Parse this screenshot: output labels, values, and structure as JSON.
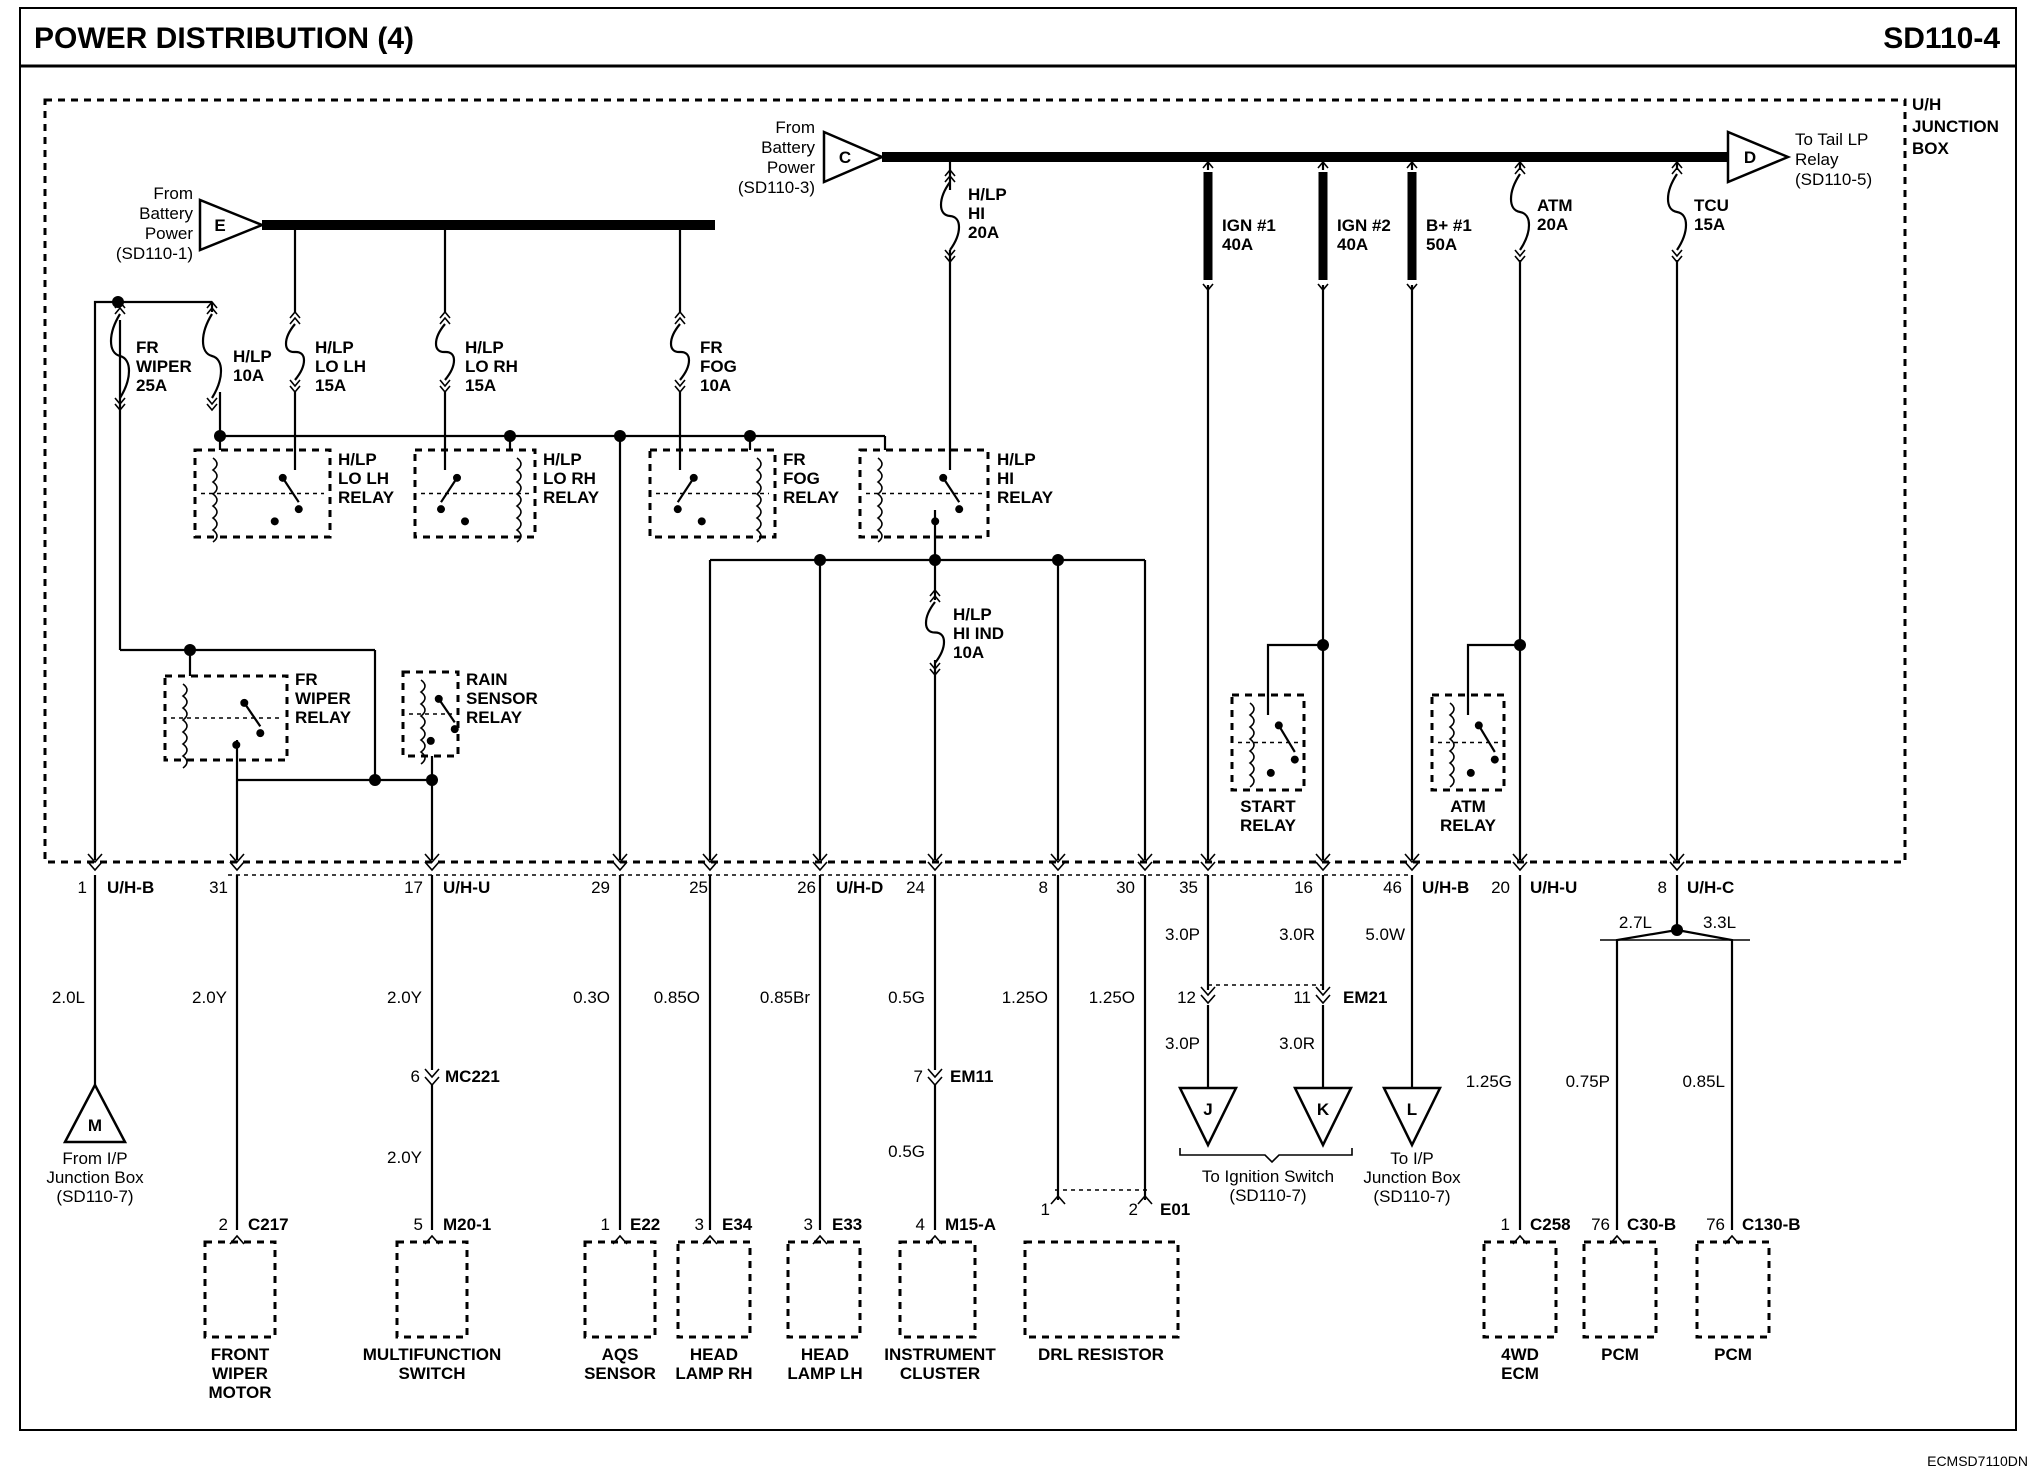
{
  "header": {
    "title": "POWER DISTRIBUTION (4)",
    "page_id": "SD110-4",
    "footer_code": "ECMSD7110DN"
  },
  "box_label": [
    "U/H",
    "JUNCTION",
    "BOX"
  ],
  "sources": {
    "E": {
      "letter": "E",
      "lines": [
        "From",
        "Battery",
        "Power",
        "(SD110-1)"
      ]
    },
    "C": {
      "letter": "C",
      "lines": [
        "From",
        "Battery",
        "Power",
        "(SD110-3)"
      ]
    },
    "D": {
      "letter": "D",
      "lines": [
        "To Tail LP",
        "Relay",
        "(SD110-5)"
      ]
    }
  },
  "fuses": [
    {
      "id": "fr_wiper",
      "lines": [
        "FR",
        "WIPER",
        "25A"
      ]
    },
    {
      "id": "hlp_10a",
      "lines": [
        "H/LP",
        "10A"
      ]
    },
    {
      "id": "hlp_lo_lh",
      "lines": [
        "H/LP",
        "LO LH",
        "15A"
      ]
    },
    {
      "id": "hlp_lo_rh",
      "lines": [
        "H/LP",
        "LO RH",
        "15A"
      ]
    },
    {
      "id": "fr_fog",
      "lines": [
        "FR",
        "FOG",
        "10A"
      ]
    },
    {
      "id": "hlp_hi",
      "lines": [
        "H/LP",
        "HI",
        "20A"
      ]
    },
    {
      "id": "ign1",
      "lines": [
        "IGN #1",
        "40A"
      ]
    },
    {
      "id": "ign2",
      "lines": [
        "IGN #2",
        "40A"
      ]
    },
    {
      "id": "bplus1",
      "lines": [
        "B+ #1",
        "50A"
      ]
    },
    {
      "id": "atm",
      "lines": [
        "ATM",
        "20A"
      ]
    },
    {
      "id": "tcu",
      "lines": [
        "TCU",
        "15A"
      ]
    },
    {
      "id": "hlp_hi_ind",
      "lines": [
        "H/LP",
        "HI IND",
        "10A"
      ]
    }
  ],
  "relays": [
    {
      "id": "lo_lh",
      "lines": [
        "H/LP",
        "LO LH",
        "RELAY"
      ]
    },
    {
      "id": "lo_rh",
      "lines": [
        "H/LP",
        "LO RH",
        "RELAY"
      ]
    },
    {
      "id": "fog",
      "lines": [
        "FR",
        "FOG",
        "RELAY"
      ]
    },
    {
      "id": "hi",
      "lines": [
        "H/LP",
        "HI",
        "RELAY"
      ]
    },
    {
      "id": "wiper",
      "lines": [
        "FR",
        "WIPER",
        "RELAY"
      ]
    },
    {
      "id": "rain",
      "lines": [
        "RAIN",
        "SENSOR",
        "RELAY"
      ]
    },
    {
      "id": "start",
      "lines": [
        "START",
        "RELAY"
      ]
    },
    {
      "id": "atm",
      "lines": [
        "ATM",
        "RELAY"
      ]
    }
  ],
  "connectors": [
    "U/H-B",
    "U/H-U",
    "U/H-D",
    "U/H-B",
    "U/H-U",
    "U/H-C",
    "EM21",
    "MC221",
    "EM11",
    "E01"
  ],
  "pins": [
    "1",
    "31",
    "17",
    "29",
    "25",
    "26",
    "24",
    "8",
    "30",
    "35",
    "16",
    "46",
    "20",
    "8"
  ],
  "wires": [
    "2.0L",
    "2.0Y",
    "2.0Y",
    "0.3O",
    "0.85O",
    "0.85Br",
    "0.5G",
    "1.25O",
    "1.25O",
    "3.0P",
    "3.0R",
    "5.0W",
    "2.7L",
    "3.3L",
    "3.0P",
    "3.0R",
    "2.0Y",
    "0.5G",
    "1.25G",
    "0.75P",
    "0.85L"
  ],
  "inline_pins": {
    "em21_a": "12",
    "em21_b": "11",
    "mc221": "6",
    "em11": "7",
    "e01_a": "1",
    "e01_b": "2"
  },
  "offpage": {
    "M": {
      "letter": "M",
      "lines": [
        "From I/P",
        "Junction Box",
        "(SD110-7)"
      ]
    },
    "J": {
      "letter": "J"
    },
    "K": {
      "letter": "K"
    },
    "JK_label": [
      "To Ignition Switch",
      "(SD110-7)"
    ],
    "L": {
      "letter": "L",
      "lines": [
        "To I/P",
        "Junction Box",
        "(SD110-7)"
      ]
    }
  },
  "components": [
    {
      "pin": "2",
      "conn": "C217",
      "lines": [
        "FRONT",
        "WIPER",
        "MOTOR"
      ]
    },
    {
      "pin": "5",
      "conn": "M20-1",
      "lines": [
        "MULTIFUNCTION",
        "SWITCH"
      ]
    },
    {
      "pin": "1",
      "conn": "E22",
      "lines": [
        "AQS",
        "SENSOR"
      ]
    },
    {
      "pin": "3",
      "conn": "E34",
      "lines": [
        "HEAD",
        "LAMP RH"
      ]
    },
    {
      "pin": "3",
      "conn": "E33",
      "lines": [
        "HEAD",
        "LAMP LH"
      ]
    },
    {
      "pin": "4",
      "conn": "M15-A",
      "lines": [
        "INSTRUMENT",
        "CLUSTER"
      ]
    },
    {
      "pin": "",
      "conn": "",
      "lines": [
        "DRL RESISTOR"
      ]
    },
    {
      "pin": "1",
      "conn": "C258",
      "lines": [
        "4WD",
        "ECM"
      ]
    },
    {
      "pin": "76",
      "conn": "C30-B",
      "lines": [
        "PCM"
      ]
    },
    {
      "pin": "76",
      "conn": "C130-B",
      "lines": [
        "PCM"
      ]
    }
  ]
}
